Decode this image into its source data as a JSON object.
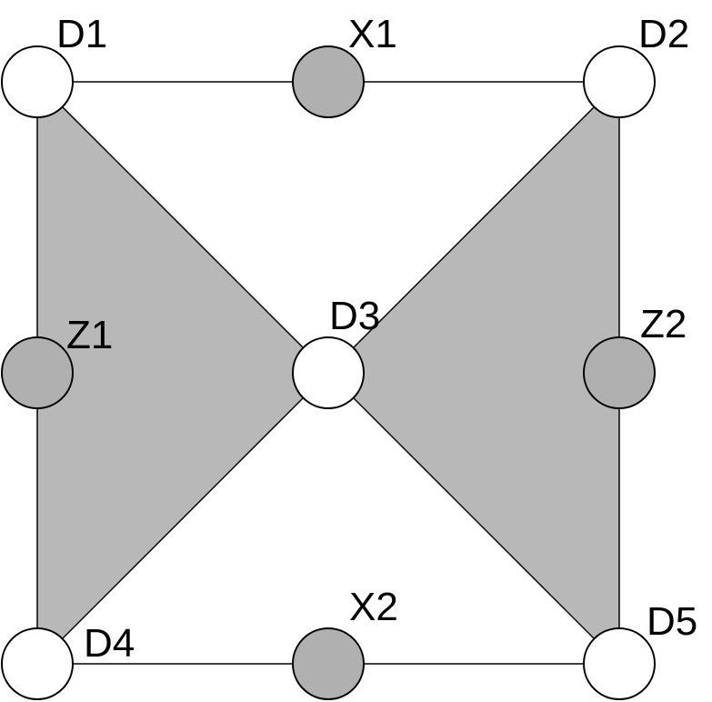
{
  "colors": {
    "region_fill": "#b8b8b8",
    "data_node_fill": "#ffffff",
    "check_node_fill": "#b0b0b0",
    "stroke": "#000000"
  },
  "nodes": [
    {
      "id": "D1",
      "label": "D1",
      "kind": "data"
    },
    {
      "id": "X1",
      "label": "X1",
      "kind": "check"
    },
    {
      "id": "D2",
      "label": "D2",
      "kind": "data"
    },
    {
      "id": "Z1",
      "label": "Z1",
      "kind": "check"
    },
    {
      "id": "D3",
      "label": "D3",
      "kind": "data"
    },
    {
      "id": "Z2",
      "label": "Z2",
      "kind": "check"
    },
    {
      "id": "D4",
      "label": "D4",
      "kind": "data"
    },
    {
      "id": "X2",
      "label": "X2",
      "kind": "check"
    },
    {
      "id": "D5",
      "label": "D5",
      "kind": "data"
    }
  ],
  "edges": [
    [
      "D1",
      "X1"
    ],
    [
      "X1",
      "D2"
    ],
    [
      "D4",
      "X2"
    ],
    [
      "X2",
      "D5"
    ],
    [
      "D1",
      "Z1"
    ],
    [
      "Z1",
      "D4"
    ],
    [
      "D2",
      "Z2"
    ],
    [
      "Z2",
      "D5"
    ],
    [
      "D1",
      "D3"
    ],
    [
      "D3",
      "D5"
    ],
    [
      "D2",
      "D3"
    ],
    [
      "D3",
      "D4"
    ]
  ],
  "faces": [
    [
      "D1",
      "D3",
      "D4"
    ],
    [
      "D2",
      "D3",
      "D5"
    ]
  ]
}
